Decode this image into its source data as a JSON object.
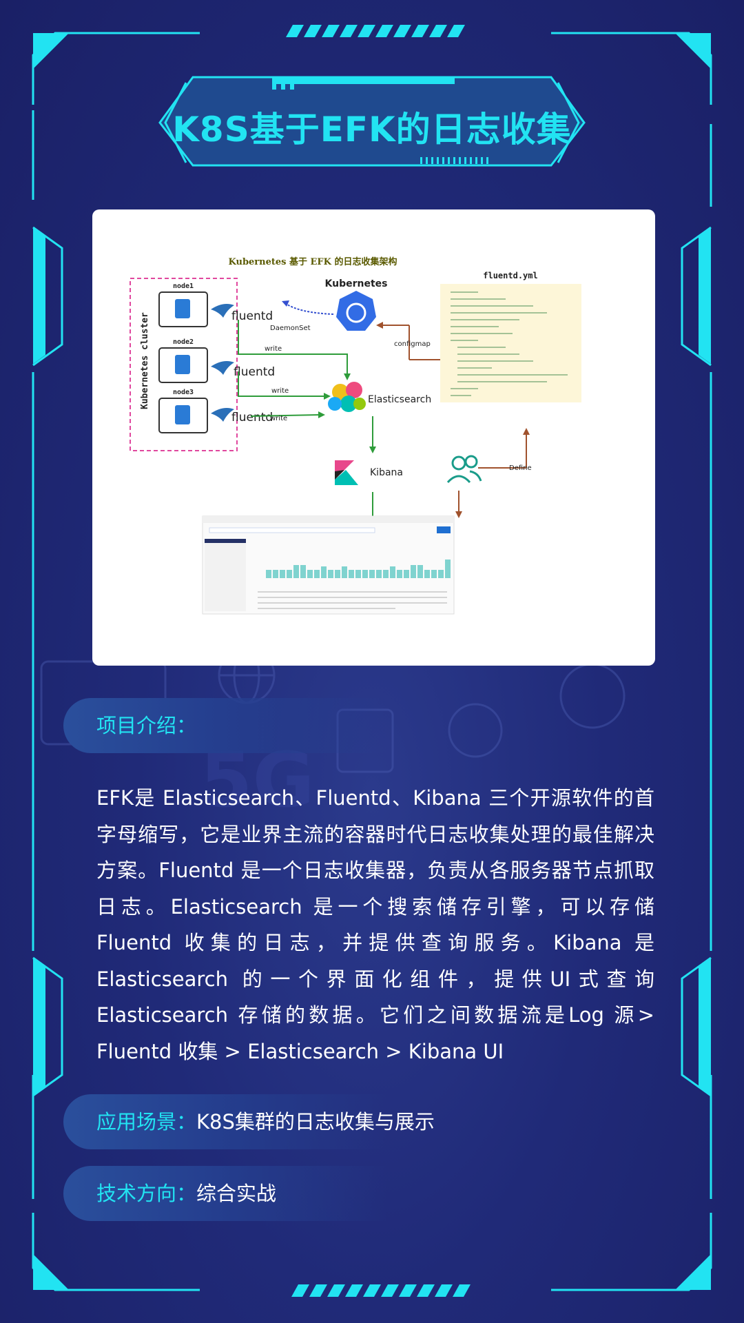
{
  "page": {
    "title": "K8S基于EFK的日志收集",
    "accent_color": "#22e3f2",
    "background_color": "#202a78"
  },
  "diagram": {
    "heading": "Kubernetes 基于 EFK 的日志收集架构",
    "cluster_label": "Kubernetes cluster",
    "nodes": [
      "node1",
      "node2",
      "node3"
    ],
    "collector_label": "fluentd",
    "orchestrator_label": "Kubernetes",
    "daemonset_label": "DaemonSet",
    "configmap_label": "configmap",
    "write_label": "write",
    "store_label": "Elasticsearch",
    "ui_label": "Kibana",
    "define_label": "Define",
    "config_file_label": "fluentd.yml"
  },
  "sections": {
    "intro": {
      "label": "项目介绍：",
      "text": "EFK是 Elasticsearch、Fluentd、Kibana 三个开源软件的首字母缩写，它是业界主流的容器时代日志收集处理的最佳解决方案。Fluentd 是一个日志收集器，负责从各服务器节点抓取日志。Elasticsearch 是一个搜索储存引擎，可以存储 Fluentd 收集的日志，并提供查询服务。Kibana 是 Elasticsearch 的一个界面化组件，提供UI式查询 Elasticsearch 存储的数据。它们之间数据流是Log 源> Fluentd 收集 > Elasticsearch > Kibana UI"
    },
    "scenario": {
      "label": "应用场景：",
      "value": "K8S集群的日志收集与展示"
    },
    "direction": {
      "label": "技术方向：",
      "value": "综合实战"
    }
  }
}
